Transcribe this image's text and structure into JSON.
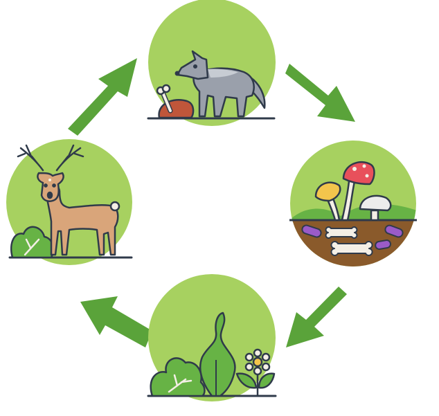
{
  "diagram": {
    "type": "food-cycle",
    "nodes": [
      {
        "id": "predator",
        "icon": "wolf-eating-meat-icon"
      },
      {
        "id": "decomposers",
        "icon": "mushrooms-soil-bones-icon"
      },
      {
        "id": "plants",
        "icon": "plants-flower-icon"
      },
      {
        "id": "herbivore",
        "icon": "deer-icon"
      }
    ],
    "flow": [
      "predator",
      "decomposers",
      "plants",
      "herbivore",
      "predator"
    ],
    "direction": "clockwise"
  },
  "colors": {
    "circle_fill": "#a7d160",
    "arrow_green": "#5aa33a",
    "outline": "#2f3a4a",
    "wolf_gray": "#9aa0ab",
    "deer_tan": "#d9a57a",
    "soil_brown": "#8a5a2b",
    "mushroom_red": "#e8505b",
    "mushroom_yellow": "#f3c54c",
    "mushroom_white": "#ececec",
    "leaf_green": "#67b345",
    "bug_purple": "#9a5bc8"
  }
}
